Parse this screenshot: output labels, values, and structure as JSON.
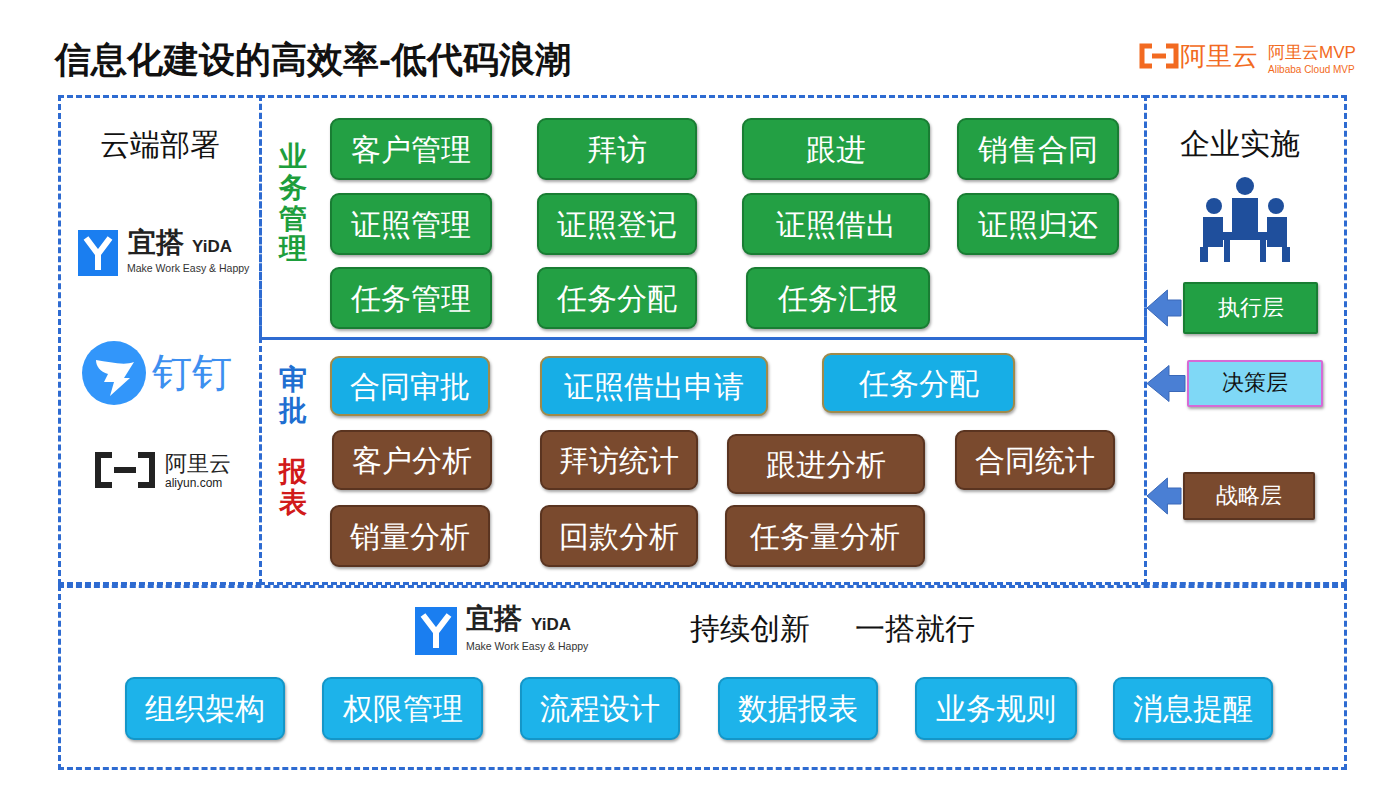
{
  "diagram": {
    "title": "信息化建设的高效率-低代码浪潮",
    "nodes": [
      {
        "text": [
          "云端部署",
          "宜搭",
          "YiDA",
          "Make Work Easy & Happy",
          "钉钉",
          "阿里云",
          "aliyun.com"
        ]
      },
      {
        "text": [
          "业务管理"
        ]
      },
      {
        "text": [
          "客户管理"
        ],
        "in": 1
      },
      {
        "text": [
          "拜访"
        ],
        "in": 1
      },
      {
        "text": [
          "跟进"
        ],
        "in": 1
      },
      {
        "text": [
          "销售合同"
        ],
        "in": 1
      },
      {
        "text": [
          "证照管理"
        ],
        "in": 1
      },
      {
        "text": [
          "证照登记"
        ],
        "in": 1
      },
      {
        "text": [
          "证照借出"
        ],
        "in": 1
      },
      {
        "text": [
          "证照归还"
        ],
        "in": 1
      },
      {
        "text": [
          "任务管理"
        ],
        "in": 1
      },
      {
        "text": [
          "任务分配"
        ],
        "in": 1
      },
      {
        "text": [
          "任务汇报"
        ],
        "in": 1
      },
      {
        "text": [
          "审批",
          "报表"
        ]
      },
      {
        "text": [
          "合同审批"
        ],
        "in": 13
      },
      {
        "text": [
          "证照借出申请"
        ],
        "in": 13
      },
      {
        "text": [
          "任务分配"
        ],
        "in": 13
      },
      {
        "text": [
          "客户分析"
        ],
        "in": 13
      },
      {
        "text": [
          "拜访统计"
        ],
        "in": 13
      },
      {
        "text": [
          "跟进分析"
        ],
        "in": 13
      },
      {
        "text": [
          "合同统计"
        ],
        "in": 13
      },
      {
        "text": [
          "销量分析"
        ],
        "in": 13
      },
      {
        "text": [
          "回款分析"
        ],
        "in": 13
      },
      {
        "text": [
          "任务量分析"
        ],
        "in": 13
      },
      {
        "text": [
          "企业实施"
        ]
      },
      {
        "text": [
          "执行层"
        ],
        "in": 24
      },
      {
        "text": [
          "决策层"
        ],
        "in": 24
      },
      {
        "text": [
          "战略层"
        ],
        "in": 24
      },
      {
        "text": [
          "宜搭",
          "YiDA",
          "Make Work Easy & Happy",
          "持续创新",
          "一搭就行"
        ]
      },
      {
        "text": [
          "组织架构"
        ],
        "in": 28
      },
      {
        "text": [
          "权限管理"
        ],
        "in": 28
      },
      {
        "text": [
          "流程设计"
        ],
        "in": 28
      },
      {
        "text": [
          "数据报表"
        ],
        "in": 28
      },
      {
        "text": [
          "业务规则"
        ],
        "in": 28
      },
      {
        "text": [
          "消息提醒"
        ],
        "in": 28
      }
    ],
    "edges": [
      {
        "from": 25,
        "to": 1,
        "arrow": "to"
      },
      {
        "from": 26,
        "to": 13,
        "arrow": "to"
      },
      {
        "from": 27,
        "to": 13,
        "arrow": "to"
      }
    ],
    "labels": [
      "阿里云",
      "阿里云MVP",
      "Alibaba Cloud MVP"
    ]
  }
}
